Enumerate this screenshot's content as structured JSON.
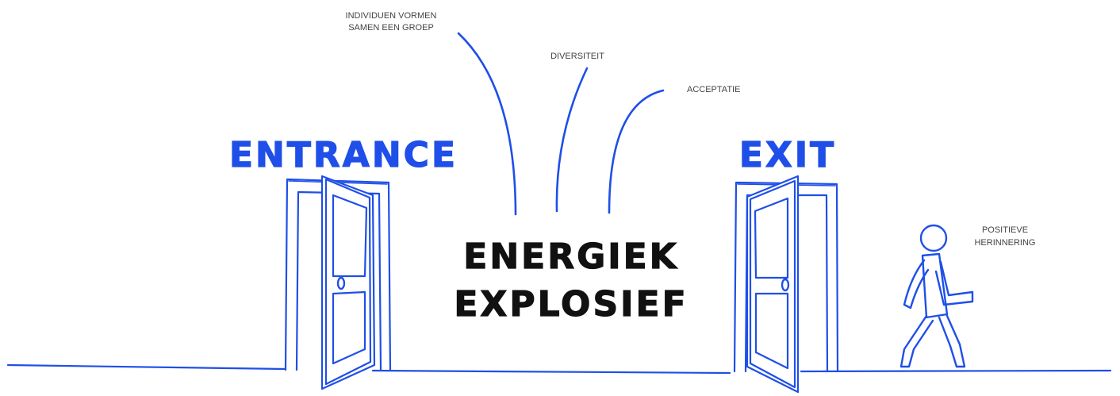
{
  "colors": {
    "accent": "#1f4fe8",
    "ink": "#111111",
    "note": "#444444",
    "background": "#ffffff"
  },
  "labels": {
    "entrance": "ENTRANCE",
    "exit": "EXIT",
    "center_line1": "ENERGIEK",
    "center_line2": "EXPLOSIEF"
  },
  "annotations": {
    "individuen_line1": "INDIVIDUEN VORMEN",
    "individuen_line2": "SAMEN EEN GROEP",
    "diversiteit": "DIVERSITEIT",
    "acceptatie": "ACCEPTATIE",
    "positieve_line1": "POSITIEVE",
    "positieve_line2": "HERINNERING"
  },
  "icons": [
    "entrance-door-icon",
    "exit-door-icon",
    "walking-person-icon"
  ]
}
